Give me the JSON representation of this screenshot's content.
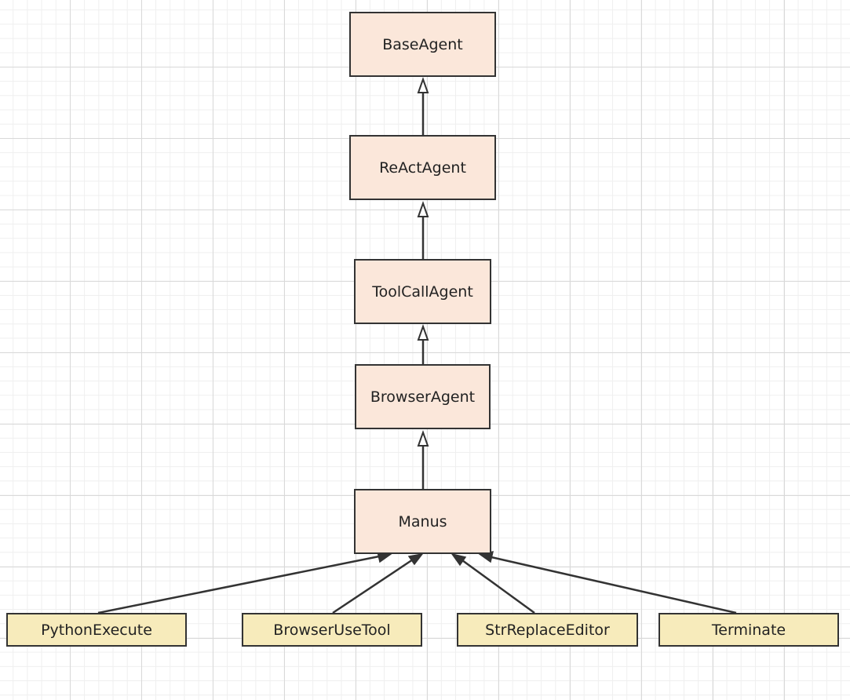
{
  "diagram": {
    "classes": [
      {
        "id": "base",
        "label": "BaseAgent"
      },
      {
        "id": "react",
        "label": "ReActAgent"
      },
      {
        "id": "toolcall",
        "label": "ToolCallAgent"
      },
      {
        "id": "browser",
        "label": "BrowserAgent"
      },
      {
        "id": "manus",
        "label": "Manus"
      }
    ],
    "tools": [
      {
        "id": "python",
        "label": "PythonExecute"
      },
      {
        "id": "browseruse",
        "label": "BrowserUseTool"
      },
      {
        "id": "strreplace",
        "label": "StrReplaceEditor"
      },
      {
        "id": "terminate",
        "label": "Terminate"
      }
    ],
    "edges": [
      {
        "from": "react",
        "to": "base",
        "kind": "inheritance"
      },
      {
        "from": "toolcall",
        "to": "react",
        "kind": "inheritance"
      },
      {
        "from": "browser",
        "to": "toolcall",
        "kind": "inheritance"
      },
      {
        "from": "manus",
        "to": "browser",
        "kind": "inheritance"
      },
      {
        "from": "python",
        "to": "manus",
        "kind": "association"
      },
      {
        "from": "browseruse",
        "to": "manus",
        "kind": "association"
      },
      {
        "from": "strreplace",
        "to": "manus",
        "kind": "association"
      },
      {
        "from": "terminate",
        "to": "manus",
        "kind": "association"
      }
    ],
    "colors": {
      "agent_fill": "#fbe7da",
      "tool_fill": "#f7ebbb",
      "stroke": "#333333"
    }
  }
}
